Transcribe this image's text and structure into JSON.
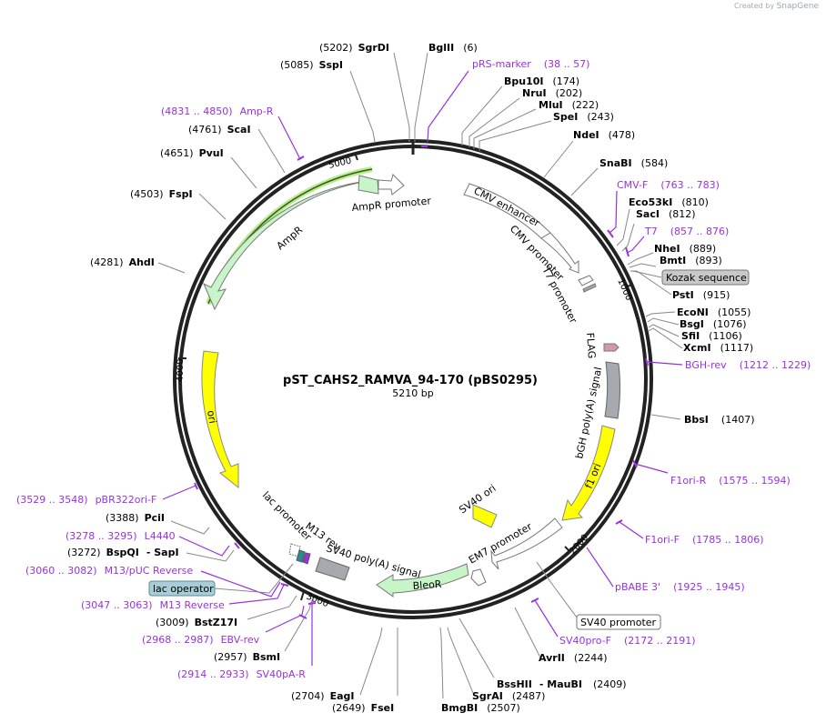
{
  "credit": {
    "prefix": "Created by",
    "brand": "SnapGene"
  },
  "plasmid": {
    "name": "pST_CAHS2_RAMVA_94-170 (pBS0295)",
    "length": "5210 bp"
  },
  "ticks": [
    "1000",
    "2000",
    "3000",
    "4000",
    "5000"
  ],
  "enzymes": [
    {
      "name": "SgrDI",
      "pos": "(5202)"
    },
    {
      "name": "BglII",
      "pos": "(6)"
    },
    {
      "name": "SspI",
      "pos": "(5085)"
    },
    {
      "name": "Bpu10I",
      "pos": "(174)"
    },
    {
      "name": "NruI",
      "pos": "(202)"
    },
    {
      "name": "MluI",
      "pos": "(222)"
    },
    {
      "name": "SpeI",
      "pos": "(243)"
    },
    {
      "name": "NdeI",
      "pos": "(478)"
    },
    {
      "name": "SnaBI",
      "pos": "(584)"
    },
    {
      "name": "Eco53kI",
      "pos": "(810)"
    },
    {
      "name": "SacI",
      "pos": "(812)"
    },
    {
      "name": "NheI",
      "pos": "(889)"
    },
    {
      "name": "BmtI",
      "pos": "(893)"
    },
    {
      "name": "PstI",
      "pos": "(915)"
    },
    {
      "name": "EcoNI",
      "pos": "(1055)"
    },
    {
      "name": "BsgI",
      "pos": "(1076)"
    },
    {
      "name": "SfiI",
      "pos": "(1106)"
    },
    {
      "name": "XcmI",
      "pos": "(1117)"
    },
    {
      "name": "BbsI",
      "pos": "(1407)"
    },
    {
      "name": "AvrII",
      "pos": "(2244)"
    },
    {
      "name": "BssHII",
      "name2": "- MauBI",
      "pos": "(2409)"
    },
    {
      "name": "SgrAI",
      "pos": "(2487)"
    },
    {
      "name": "BmgBI",
      "pos": "(2507)"
    },
    {
      "name": "FseI",
      "pos": "(2649)"
    },
    {
      "name": "EagI",
      "pos": "(2704)"
    },
    {
      "name": "BsmI",
      "pos": "(2957)"
    },
    {
      "name": "BstZ17I",
      "pos": "(3009)"
    },
    {
      "name": "BspQI",
      "name2": "- SapI",
      "pos": "(3272)"
    },
    {
      "name": "PciI",
      "pos": "(3388)"
    },
    {
      "name": "AhdI",
      "pos": "(4281)"
    },
    {
      "name": "FspI",
      "pos": "(4503)"
    },
    {
      "name": "PvuI",
      "pos": "(4651)"
    },
    {
      "name": "ScaI",
      "pos": "(4761)"
    }
  ],
  "primers": [
    {
      "name": "pRS-marker",
      "range": "(38 .. 57)"
    },
    {
      "name": "CMV-F",
      "range": "(763 .. 783)"
    },
    {
      "name": "T7",
      "range": "(857 .. 876)"
    },
    {
      "name": "BGH-rev",
      "range": "(1212 .. 1229)"
    },
    {
      "name": "F1ori-R",
      "range": "(1575 .. 1594)"
    },
    {
      "name": "F1ori-F",
      "range": "(1785 .. 1806)"
    },
    {
      "name": "pBABE 3'",
      "range": "(1925 .. 1945)"
    },
    {
      "name": "SV40pro-F",
      "range": "(2172 .. 2191)"
    },
    {
      "name": "SV40pA-R",
      "range": "(2914 .. 2933)"
    },
    {
      "name": "EBV-rev",
      "range": "(2968 .. 2987)"
    },
    {
      "name": "M13 Reverse",
      "range": "(3047 .. 3063)"
    },
    {
      "name": "M13/pUC Reverse",
      "range": "(3060 .. 3082)"
    },
    {
      "name": "L4440",
      "range": "(3278 .. 3295)"
    },
    {
      "name": "pBR322ori-F",
      "range": "(3529 .. 3548)"
    },
    {
      "name": "Amp-R",
      "range": "(4831 .. 4850)"
    }
  ],
  "boxed_features": [
    {
      "name": "Kozak sequence",
      "color": "#c8c8c8"
    },
    {
      "name": "SV40 promoter",
      "color": "#ffffff"
    },
    {
      "name": "lac operator",
      "color": "#a8cdd6"
    }
  ],
  "features": [
    {
      "name": "CMV enhancer",
      "color": "#ffffff"
    },
    {
      "name": "CMV promoter",
      "color": "#ffffff"
    },
    {
      "name": "T7 promoter",
      "color": "#ffffff"
    },
    {
      "name": "FLAG",
      "color": "#d19aa7"
    },
    {
      "name": "bGH poly(A) signal",
      "color": "#a6a9ae"
    },
    {
      "name": "f1 ori",
      "color": "#ffff00"
    },
    {
      "name": "SV40 ori",
      "color": "#ffff00"
    },
    {
      "name": "EM7 promoter",
      "color": "#ffffff"
    },
    {
      "name": "BleoR",
      "color": "#c8f5c8"
    },
    {
      "name": "SV40 poly(A) signal",
      "color": "#a6a9ae"
    },
    {
      "name": "M13 rev",
      "color": "#9a30e0"
    },
    {
      "name": "lac promoter",
      "color": "#ffffff"
    },
    {
      "name": "ori",
      "color": "#ffff00"
    },
    {
      "name": "AmpR",
      "color": "#c8f5c8"
    },
    {
      "name": "AmpR promoter",
      "color": "#ffffff"
    }
  ],
  "colors": {
    "primer": "#9a30e0",
    "backbone": "#222222",
    "amp_highlight": "#a8e070"
  }
}
